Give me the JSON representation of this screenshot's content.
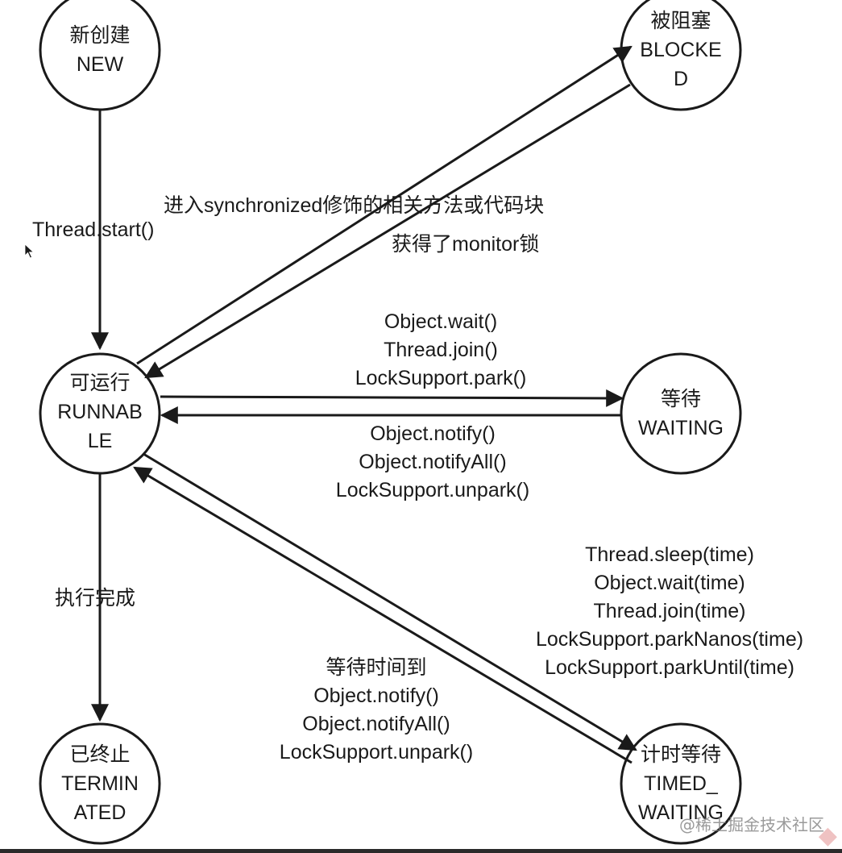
{
  "nodes": {
    "new": {
      "lines": [
        "新创建",
        "NEW"
      ]
    },
    "blocked": {
      "lines": [
        "被阻塞",
        "BLOCKE",
        "D"
      ]
    },
    "runnable": {
      "lines": [
        "可运行",
        "RUNNAB",
        "LE"
      ]
    },
    "waiting": {
      "lines": [
        "等待",
        "WAITING"
      ]
    },
    "terminated": {
      "lines": [
        "已终止",
        "TERMIN",
        "ATED"
      ]
    },
    "timed_waiting": {
      "lines": [
        "计时等待",
        "TIMED_",
        "WAITING"
      ]
    }
  },
  "edges": {
    "start": {
      "label": "Thread.start()"
    },
    "to_blocked": {
      "label": "进入synchronized修饰的相关方法或代码块"
    },
    "from_blocked": {
      "label": "获得了monitor锁"
    },
    "to_waiting": {
      "lines": [
        "Object.wait()",
        "Thread.join()",
        "LockSupport.park()"
      ]
    },
    "from_waiting": {
      "lines": [
        "Object.notify()",
        "Object.notifyAll()",
        "LockSupport.unpark()"
      ]
    },
    "to_timed_waiting": {
      "lines": [
        "Thread.sleep(time)",
        "Object.wait(time)",
        "Thread.join(time)",
        "LockSupport.parkNanos(time)",
        "LockSupport.parkUntil(time)"
      ]
    },
    "from_timed_waiting": {
      "lines": [
        "等待时间到",
        "Object.notify()",
        "Object.notifyAll()",
        "LockSupport.unpark()"
      ]
    },
    "terminate": {
      "label": "执行完成"
    }
  },
  "watermark": {
    "text": "@稀土掘金技术社区"
  },
  "colors": {
    "stroke": "#1a1a1a",
    "background": "#ffffff"
  }
}
